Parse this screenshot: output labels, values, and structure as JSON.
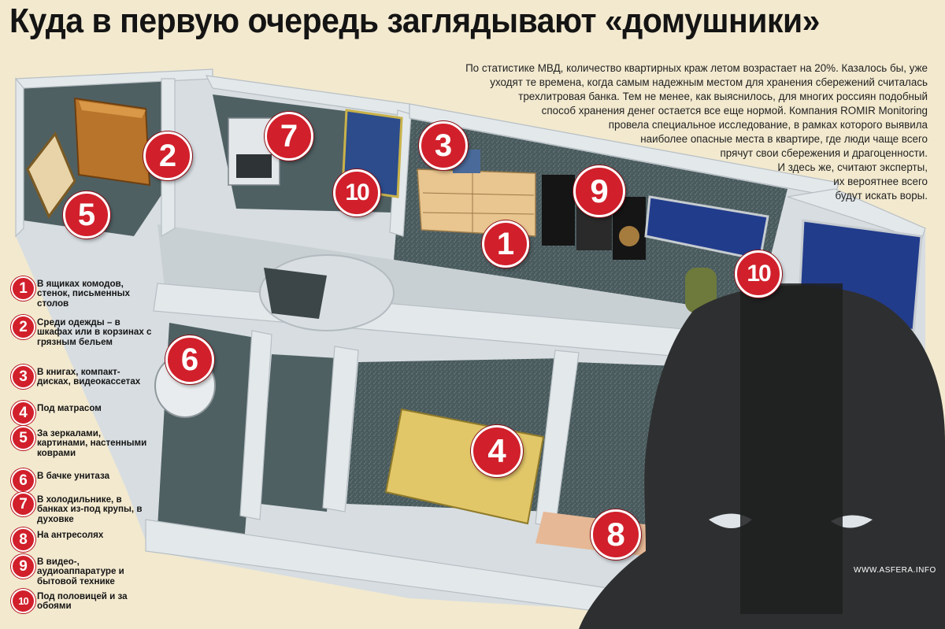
{
  "title": "Куда в первую очередь заглядывают «домушники»",
  "intro_lines": [
    "По статистике МВД, количество квартирных краж летом возрастает на 20%. Казалось бы, уже",
    "уходят те времена, когда самым надежным местом для хранения сбережений считалась",
    "трехлитровая банка. Тем не менее, как выяснилось, для многих россиян подобный",
    "способ  хранения денег остается все еще нормой. Компания ROMIR Monitoring",
    "провела специальное исследование, в рамках которого выявила",
    "наиболее опасные места в квартире, где люди чаще всего",
    "прячут свои сбережения и драгоценности.",
    "И здесь же, считают эксперты,",
    "их вероятнее всего",
    "будут искать воры."
  ],
  "legend": [
    {
      "num": "1",
      "text": "В ящиках комодов, стенок, письменных столов"
    },
    {
      "num": "2",
      "text": "Среди одежды – в шкафах или в корзинах с грязным бельем"
    },
    {
      "num": "3",
      "text": "В книгах, компакт-дисках, видеокассетах"
    },
    {
      "num": "4",
      "text": "Под матрасом"
    },
    {
      "num": "5",
      "text": "За зеркалами, картинами, настенными коврами"
    },
    {
      "num": "6",
      "text": "В бачке унитаза"
    },
    {
      "num": "7",
      "text": "В холодильнике, в банках из-под крупы, в духовке"
    },
    {
      "num": "8",
      "text": "На антресолях"
    },
    {
      "num": "9",
      "text": "В видео-, аудиоаппаратуре и бытовой технике"
    },
    {
      "num": "10",
      "text": "Под половицей и за обоями"
    }
  ],
  "markers": [
    "2",
    "5",
    "7",
    "10",
    "3",
    "9",
    "1",
    "10",
    "6",
    "4",
    "8"
  ],
  "watermark": "WWW.ASFERA.INFO",
  "colors": {
    "accent_red": "#d1202b",
    "background": "#f2e9cf",
    "floor": "#46575a",
    "wall": "#dde2e5"
  }
}
